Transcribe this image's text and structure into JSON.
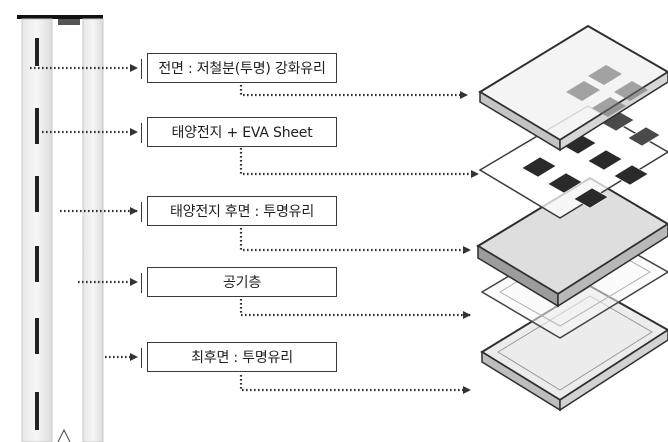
{
  "labels": {
    "front": "전면 : 저철분(투명) 강화유리",
    "cell": "태양전지 + EVA Sheet",
    "cell_back": "태양전지 후면 : 투명유리",
    "air": "공기층",
    "rear": "최후면 : 투명유리"
  },
  "colors": {
    "line": "#333333",
    "box_border": "#3a3a3a",
    "glass_edge": "#2e2e2e",
    "cell_dark": "#2a2a2a"
  },
  "icons": [
    "arrow-right-icon",
    "solar-cell-icon"
  ]
}
